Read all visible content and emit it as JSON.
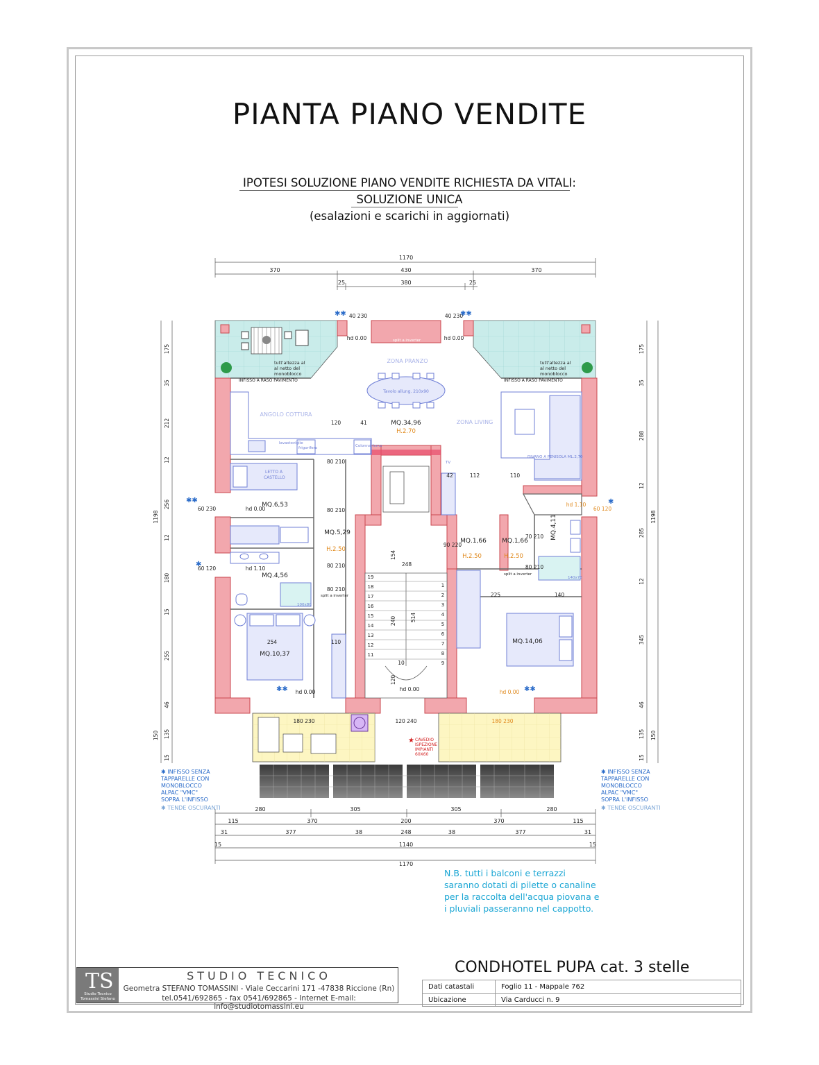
{
  "title": "PIANTA PIANO VENDITE",
  "subtitle": {
    "line1": "IPOTESI SOLUZIONE PIANO VENDITE RICHIESTA DA VITALI:",
    "line2": "SOLUZIONE UNICA",
    "line3": "(esalazioni e scarichi in aggiornati)"
  },
  "dimensions": {
    "top_total": "1170",
    "top_segments": [
      "370",
      "430",
      "370"
    ],
    "top_inner": [
      "25",
      "380",
      "25"
    ],
    "left_segments": [
      "175",
      "35",
      "212",
      "12",
      "256",
      "12",
      "180",
      "15",
      "255",
      "46",
      "135",
      "15"
    ],
    "left_total": "1198",
    "left_balcony": "150",
    "right_segments": [
      "175",
      "35",
      "288",
      "12",
      "285",
      "12",
      "345",
      "46",
      "135",
      "15"
    ],
    "right_total": "1198",
    "right_balcony": "150",
    "bottom_row1": [
      "280",
      "305",
      "305",
      "280"
    ],
    "bottom_row2": [
      "115",
      "370",
      "200",
      "370",
      "115"
    ],
    "bottom_row3": [
      "31",
      "377",
      "38",
      "248",
      "38",
      "377",
      "31"
    ],
    "bottom_total_inner": "1140",
    "bottom_15_left": "15",
    "bottom_15_right": "15",
    "bottom_total": "1170"
  },
  "rooms": {
    "living": {
      "area": "MQ.34,96",
      "height": "H.2.70"
    },
    "zona_pranzo": "ZONA PRANZO",
    "zona_living": "ZONA LIVING",
    "angolo_cottura": "ANGOLO COTTURA",
    "room_653": {
      "area": "MQ.6,53"
    },
    "hall": {
      "area": "MQ.5,29",
      "height": "H.2.50"
    },
    "bath_456": {
      "area": "MQ.4,56"
    },
    "bed_1037": {
      "area": "MQ.10,37"
    },
    "room_166a": {
      "area": "MQ.1,66",
      "height": "H.2.50"
    },
    "room_166b": {
      "area": "MQ.1,66",
      "height": "H.2.50"
    },
    "bath_411": {
      "area": "MQ.4,11"
    },
    "bed_1406": {
      "area": "MQ.14,06"
    }
  },
  "labels": {
    "tutt_altezza_l": [
      "tutt'altezza al",
      "al netto del",
      "monoblocco"
    ],
    "tutt_altezza_r": [
      "tutt'altezza al",
      "al netto del",
      "monoblocco"
    ],
    "infisso_l": "INFISSO A RASO PAVIMENTO",
    "infisso_r": "INFISSO A RASO PAVIMENTO",
    "tavolo": "Tavolo allung. 210x90",
    "divano": "DIVANO A PENISOLA ML.2,70",
    "letto_castello": [
      "LETTO A",
      "CASTELLO"
    ],
    "split_top": "split a inverter",
    "split_hall": "split a inverter",
    "split_small": "split a inverter",
    "frigorifero": "frigorifero",
    "lavastoviglie": "lavastoviglie",
    "colonna_forno": "Colonna forno",
    "doccia_l": "100x80",
    "doccia_r": "140x75",
    "tv": "TV",
    "cavedio": [
      "CAVEDIO",
      "ISPEZIONE",
      "IMPIANTI",
      "60X60"
    ],
    "hd_000": "hd 0.00",
    "hd_110": "hd 1.10",
    "dim_120": "120",
    "dim_41": "41",
    "dim_42": "42",
    "dim_112": "112",
    "dim_110": "110",
    "dim_254": "254",
    "dim_110b": "110",
    "dim_248": "248",
    "dim_154": "154",
    "dim_240": "240",
    "dim_514": "514",
    "dim_10": "10",
    "dim_120b": "120",
    "dim_225": "225",
    "dim_140": "140",
    "door_80_210": "80 210",
    "door_90_220": "90 220",
    "door_70_210": "70 210",
    "win_60_230": "60 230",
    "win_60_120": "60 120",
    "win_40_230": "40 230",
    "win_180_230": "180 230",
    "win_120_240": "120 240",
    "stairs_left": [
      "19",
      "18",
      "17",
      "16",
      "15",
      "14",
      "13",
      "12",
      "11"
    ],
    "stairs_right": [
      "1",
      "2",
      "3",
      "4",
      "5",
      "6",
      "7",
      "8",
      "9"
    ]
  },
  "legend": {
    "left": [
      "INFISSO SENZA",
      "TAPPARELLE CON",
      "MONOBLOCCO",
      "ALPAC \"VMC\"",
      "SOPRA L'INFISSO"
    ],
    "left_tende": "TENDE OSCURANTI",
    "right": [
      "INFISSO SENZA",
      "TAPPARELLE CON",
      "MONOBLOCCO",
      "ALPAC \"VMC\"",
      "SOPRA L'INFISSO"
    ],
    "right_tende": "TENDE OSCURANTI"
  },
  "note": [
    "N.B. tutti i balconi e terrazzi",
    "saranno dotati di pilette o canaline",
    "per la raccolta dell'acqua piovana e",
    "i pluviali passeranno nel cappotto."
  ],
  "studio": {
    "name": "STUDIO TECNICO",
    "line1": "Geometra STEFANO TOMASSINI - Viale Ceccarini 171 -47838 Riccione (Rn)",
    "line2": "tel.0541/692865 - fax 0541/692865 - Internet E-mail: info@studiotomassini.eu",
    "logo_caption": "Studio Tecnico Tomassini Stefano"
  },
  "project": {
    "name": "CONDHOTEL PUPA cat. 3 stelle",
    "rows": [
      {
        "label": "Dati catastali",
        "value": "Foglio 11 - Mappale 762"
      },
      {
        "label": "Ubicazione",
        "value": "Via Carducci n. 9"
      }
    ]
  },
  "colors": {
    "wall": "#f2a7ad",
    "wall_stroke": "#c9474f",
    "terrace": "#c9ecea",
    "balcony": "#fdf6c2",
    "furniture": "#6f7fd6",
    "area_orange": "#e08a1e",
    "note": "#1aa6d4",
    "solar": "#555555"
  }
}
